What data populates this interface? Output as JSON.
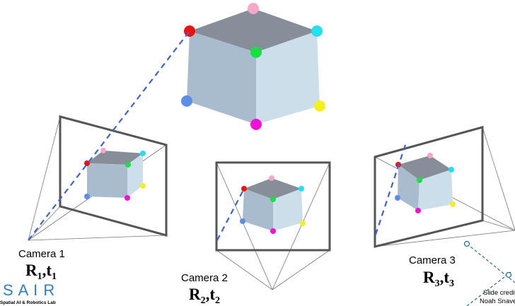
{
  "cameras": [
    {
      "label": "Camera 1",
      "R": "R",
      "R_sub": "1",
      "t": "t",
      "t_sub": "1"
    },
    {
      "label": "Camera 2",
      "R": "R",
      "R_sub": "2",
      "t": "t",
      "t_sub": "2"
    },
    {
      "label": "Camera 3",
      "R": "R",
      "R_sub": "3",
      "t": "t",
      "t_sub": "3"
    }
  ],
  "logo": {
    "letters": "S A I R",
    "tagline": "Spatial AI & Robotics Lab"
  },
  "credit": {
    "line1": "Slide credit:",
    "line2": "Noah Snavely"
  },
  "colors": {
    "cube_top": "#858e99",
    "cube_left": "#a9bccd",
    "cube_right": "#cddeeb",
    "ray": "#3a63d8",
    "frame": "#555555",
    "credit": "#1c6f93",
    "logo": "#2f7fc0",
    "corners": {
      "back_top": "#f7a8c8",
      "left_top": "#ee1111",
      "right_top": "#22e0f0",
      "front_top": "#18e040",
      "left_bottom": "#5b8ee6",
      "right_bottom": "#f4f020",
      "front_bottom": "#f012d8"
    }
  }
}
